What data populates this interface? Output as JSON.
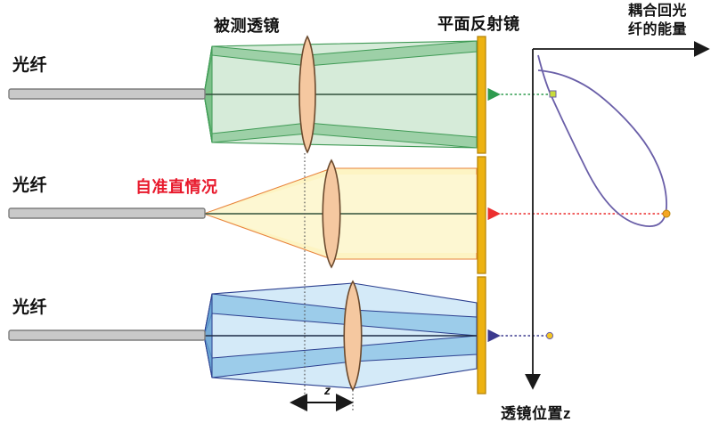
{
  "figure": {
    "kind": "optical-autocollimation-diagram",
    "labels": {
      "lens_under_test": "被测透镜",
      "plane_mirror": "平面反射镜",
      "energy_axis": "耦合回光\n纤的能量",
      "lens_position_axis": "透镜位置z",
      "autocollimation_note": "自准直情况",
      "z_marker": "z"
    },
    "rows": [
      {
        "id": "row-green",
        "fiber_label": "光纤",
        "state": "defocus-near",
        "beam_color": "#3f9a55",
        "beam_fill": "#a9d7af",
        "beam_fill_light": "#cfe8d2",
        "arrow_color": "#2e9b4e",
        "marker_color": "#b8d432"
      },
      {
        "id": "row-yellow",
        "fiber_label": "光纤",
        "state": "collimated",
        "beam_color": "#e8823a",
        "beam_fill": "#fdf3c0",
        "beam_fill_light": "#fdf8dc",
        "arrow_color": "#ec2f2f",
        "marker_color": "#f5a623"
      },
      {
        "id": "row-blue",
        "fiber_label": "光纤",
        "state": "defocus-far",
        "beam_color": "#2b3f8f",
        "beam_fill": "#b2d9f0",
        "beam_fill_light": "#cfe8f7",
        "arrow_color": "#3b3a8e",
        "marker_color": "#f3c623"
      }
    ],
    "colors": {
      "fiber_body": "#c9c9c9",
      "fiber_stroke": "#7d7d7d",
      "lens_fill": "#f5c8a0",
      "lens_stroke": "#6b4a2e",
      "mirror_fill": "#edb211",
      "mirror_stroke": "#b8860b",
      "axis": "#1a1a1a",
      "curve": "#6a5fa8",
      "red_text": "#e8192c"
    }
  },
  "chart_data": {
    "type": "line",
    "title": "",
    "xlabel": "耦合回光纤的能量",
    "ylabel": "透镜位置z",
    "orientation": "vertical-axis-downward",
    "description": "Coupled return-fiber energy versus lens position z; bell-shaped peak at the autocollimation (collimated) lens position.",
    "x": [
      0.12,
      0.14,
      0.17,
      0.22,
      0.28,
      0.34,
      0.4,
      0.47,
      0.56,
      0.68,
      0.82,
      0.94,
      1.0,
      0.94,
      0.82,
      0.66,
      0.5,
      0.38,
      0.29,
      0.22,
      0.17,
      0.13,
      0.1
    ],
    "z": [
      0.04,
      0.08,
      0.12,
      0.16,
      0.2,
      0.24,
      0.28,
      0.33,
      0.39,
      0.46,
      0.54,
      0.61,
      0.66,
      0.71,
      0.76,
      0.8,
      0.84,
      0.87,
      0.9,
      0.93,
      0.95,
      0.97,
      0.99
    ],
    "markers": [
      {
        "name": "green-marker",
        "label": "defocus-near",
        "x": 0.18,
        "z": 0.165,
        "color": "#b8d432"
      },
      {
        "name": "orange-marker",
        "label": "collimated-peak",
        "x": 1.0,
        "z": 0.66,
        "color": "#f5a623"
      },
      {
        "name": "yellow-marker",
        "label": "defocus-far",
        "x": 0.13,
        "z": 0.925,
        "color": "#f3c623"
      }
    ],
    "legend": "none",
    "grid": false
  }
}
